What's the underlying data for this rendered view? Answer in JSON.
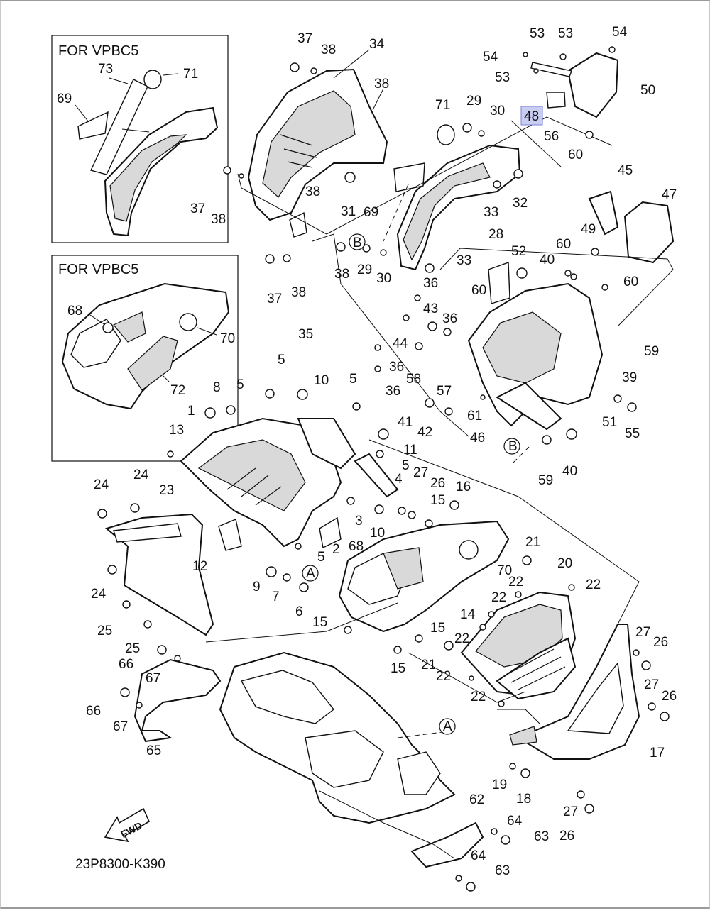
{
  "insets": [
    {
      "title": "FOR VPBC5"
    },
    {
      "title": "FOR VPBC5"
    }
  ],
  "highlighted_part": "48",
  "callouts": [
    "37",
    "38",
    "34",
    "38",
    "71",
    "73",
    "71",
    "69",
    "37",
    "38",
    "38",
    "31",
    "69",
    "29",
    "30",
    "71",
    "48",
    "53",
    "53",
    "54",
    "54",
    "53",
    "50",
    "56",
    "60",
    "33",
    "32",
    "28",
    "33",
    "38",
    "29",
    "30",
    "B",
    "37",
    "38",
    "68",
    "70",
    "72",
    "36",
    "43",
    "35",
    "36",
    "44",
    "36",
    "36",
    "58",
    "57",
    "45",
    "49",
    "47",
    "52",
    "40",
    "60",
    "60",
    "60",
    "59",
    "39",
    "51",
    "55",
    "61",
    "41",
    "42",
    "46",
    "B",
    "59",
    "40",
    "5",
    "8",
    "5",
    "10",
    "5",
    "13",
    "1",
    "11",
    "5",
    "27",
    "4",
    "26",
    "16",
    "24",
    "24",
    "23",
    "3",
    "10",
    "15",
    "2",
    "68",
    "70",
    "12",
    "5",
    "A",
    "9",
    "7",
    "6",
    "21",
    "20",
    "22",
    "22",
    "24",
    "25",
    "14",
    "22",
    "15",
    "25",
    "15",
    "66",
    "67",
    "66",
    "67",
    "65",
    "A",
    "27",
    "26",
    "27",
    "26",
    "17",
    "19",
    "18",
    "27",
    "26",
    "62",
    "64",
    "63",
    "64",
    "63",
    "22",
    "22",
    "21",
    "15",
    "22"
  ],
  "fwd_label": "FWD",
  "drawing_code": "23P8300-K390"
}
